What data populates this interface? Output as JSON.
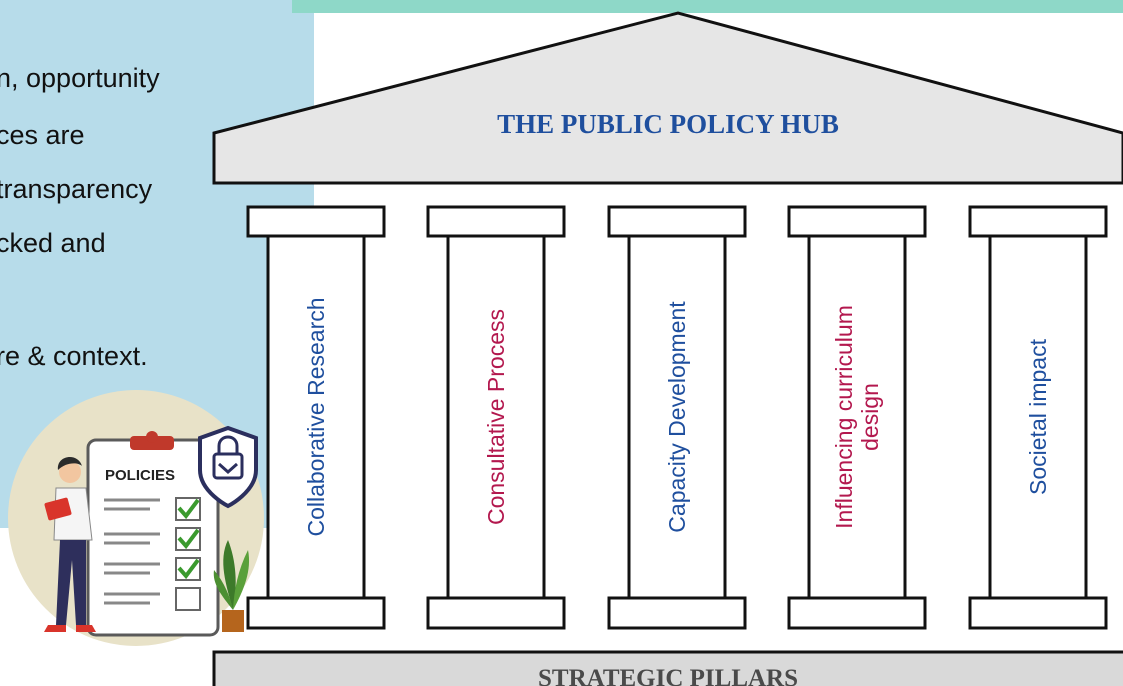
{
  "intro_text": {
    "lines": [
      "n, opportunity",
      "ces are",
      "transparency",
      "cked and",
      "re & context."
    ]
  },
  "temple": {
    "title": "THE PUBLIC POLICY HUB",
    "base_label": "STRATEGIC PILLARS",
    "pillars": [
      {
        "lines": [
          "Collaborative Research"
        ],
        "color": "#1f4f9e"
      },
      {
        "lines": [
          "Consultative Process"
        ],
        "color": "#b3184e"
      },
      {
        "lines": [
          "Capacity Development"
        ],
        "color": "#1f4f9e"
      },
      {
        "lines": [
          "Influencing curriculum",
          "design"
        ],
        "color": "#b3184e"
      },
      {
        "lines": [
          "Societal impact"
        ],
        "color": "#1f4f9e"
      }
    ]
  },
  "illustration": {
    "clipboard_title": "POLICIES",
    "icons": [
      "woman-with-tablet",
      "clipboard-checklist",
      "shield-lock-icon",
      "potted-plant"
    ],
    "checklist": [
      true,
      true,
      true,
      false
    ]
  },
  "colors": {
    "panel": "#b7dcea",
    "strip": "#8ed8c8",
    "temple_fill": "#e6e6e6",
    "blue_text": "#1f4f9e",
    "magenta_text": "#b3184e"
  }
}
